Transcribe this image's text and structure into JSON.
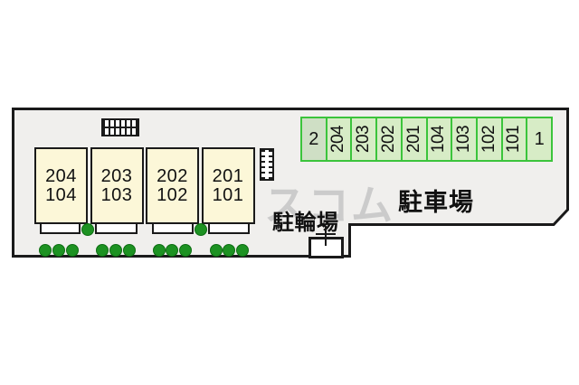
{
  "building": {
    "units": [
      {
        "upper": "204",
        "lower": "104"
      },
      {
        "upper": "203",
        "lower": "103"
      },
      {
        "upper": "202",
        "lower": "102"
      },
      {
        "upper": "201",
        "lower": "101"
      }
    ]
  },
  "parking": {
    "label": "駐車場",
    "spaces": [
      {
        "label": "2",
        "vertical": false
      },
      {
        "label": "204",
        "vertical": true
      },
      {
        "label": "203",
        "vertical": true
      },
      {
        "label": "202",
        "vertical": true
      },
      {
        "label": "201",
        "vertical": true
      },
      {
        "label": "104",
        "vertical": true
      },
      {
        "label": "103",
        "vertical": true
      },
      {
        "label": "102",
        "vertical": true
      },
      {
        "label": "101",
        "vertical": true
      },
      {
        "label": "1",
        "vertical": false
      }
    ]
  },
  "bicycle_parking": {
    "label": "駐輪場"
  },
  "watermark": "スコム",
  "shrubs": {
    "porch_row_count": 2,
    "front_row_count": 12
  },
  "colors": {
    "plot_fill": "#f0efed",
    "outline": "#1a1a1a",
    "unit_fill": "#fcf7d8",
    "space_fill": "#d7ecc6",
    "space_fill_first": "#cfdfc5",
    "space_border": "#3bc43b",
    "shrub": "#1d9222",
    "watermark": "#cbcbcb"
  }
}
